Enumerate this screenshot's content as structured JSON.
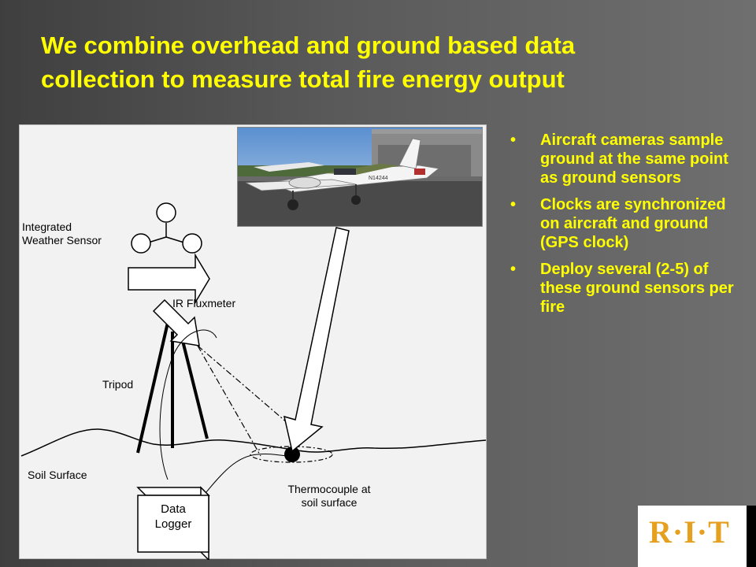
{
  "slide": {
    "title_line1": "We combine overhead and ground based data",
    "title_line2": "collection to measure total fire energy output"
  },
  "diagram": {
    "labels": {
      "weather_sensor_line1": "Integrated",
      "weather_sensor_line2": "Weather Sensor",
      "ir_fluxmeter": "IR Fluxmeter",
      "tripod": "Tripod",
      "soil_surface": "Soil Surface",
      "data_logger_line1": "Data",
      "data_logger_line2": "Logger",
      "thermocouple_line1": "Thermocouple at",
      "thermocouple_line2": "soil surface"
    },
    "photo_tail_number": "N14244"
  },
  "bullets": [
    {
      "marker": "•",
      "text": "Aircraft cameras sample ground at the same point as ground sensors"
    },
    {
      "marker": "•",
      "text": "Clocks are synchronized on aircraft and ground (GPS clock)"
    },
    {
      "marker": "•",
      "text": "Deploy several (2-5) of these ground sensors per fire"
    }
  ],
  "logo": {
    "text": "R·I·T",
    "color": "#e6a020"
  },
  "colors": {
    "title": "#ffff00",
    "bullet_text": "#ffff00"
  }
}
